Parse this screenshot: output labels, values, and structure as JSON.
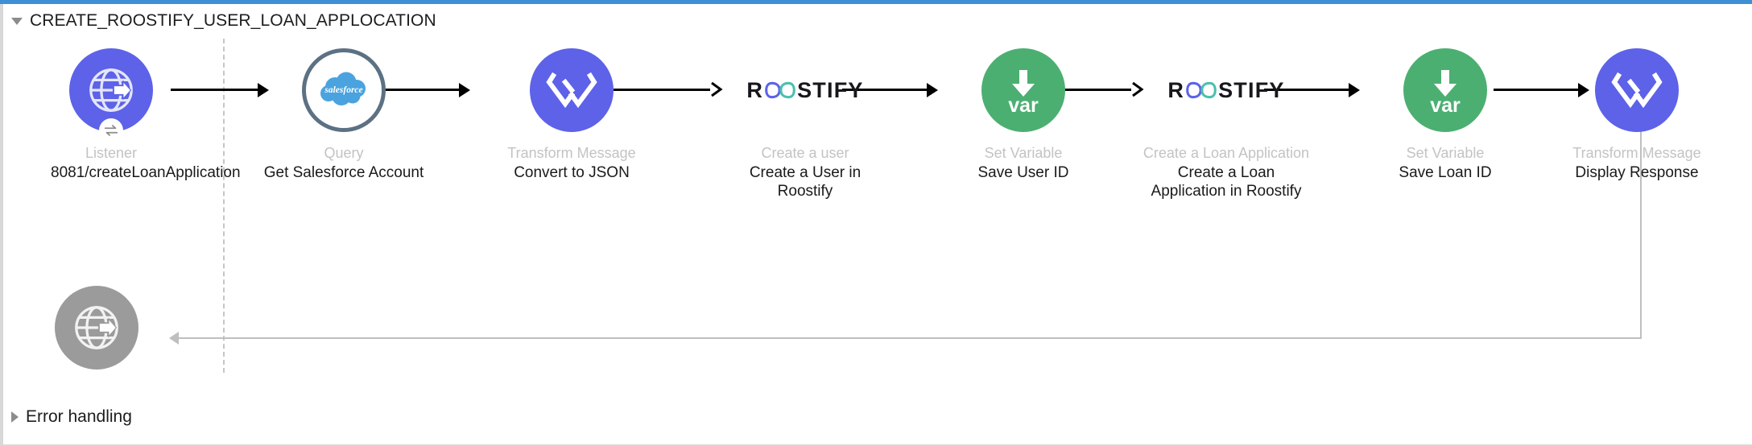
{
  "flow": {
    "title": "CREATE_ROOSTIFY_USER_LOAN_APPLOCATION",
    "expanded_icon": "triangle-down-icon",
    "footer_title": "Error handling",
    "footer_icon": "triangle-right-icon"
  },
  "colors": {
    "purple": "#5d62e8",
    "green": "#4caf72",
    "gray": "#9b9b9b",
    "ring": "#5c7183",
    "salesforce_blue": "#4aa3df",
    "roostify_left_loop": "#5d62e8",
    "roostify_right_loop": "#4bc0ad",
    "selection_border": "#3e8fd4",
    "type_label": "#c3c3c3",
    "name_label": "#1a1a1a"
  },
  "nodes": [
    {
      "id": "listener",
      "icon": "globe-arrow-icon",
      "badge": "bidirectional-arrows-icon",
      "style": "purple",
      "type_label": "Listener",
      "name_label": "8081/createLoanApplication"
    },
    {
      "id": "salesforce-query",
      "icon": "salesforce-cloud-icon",
      "style": "ring",
      "type_label": "Query",
      "name_label": "Get Salesforce Account"
    },
    {
      "id": "transform-json",
      "icon": "dataweave-icon",
      "style": "purple",
      "type_label": "Transform Message",
      "name_label": "Convert to JSON"
    },
    {
      "id": "create-user",
      "icon": "roostify-wordmark-icon",
      "style": "bare",
      "type_label": "Create a user",
      "name_label": "Create a User in Roostify"
    },
    {
      "id": "set-user-id",
      "icon": "var-down-arrow-icon",
      "style": "green",
      "type_label": "Set Variable",
      "name_label": "Save User ID"
    },
    {
      "id": "create-loan-application",
      "icon": "roostify-wordmark-icon",
      "style": "bare",
      "type_label": "Create a Loan Application",
      "name_label": "Create a Loan Application in Roostify"
    },
    {
      "id": "set-loan-id",
      "icon": "var-down-arrow-icon",
      "style": "green",
      "type_label": "Set Variable",
      "name_label": "Save Loan ID"
    },
    {
      "id": "transform-response",
      "icon": "dataweave-icon",
      "style": "purple",
      "type_label": "Transform Message",
      "name_label": "Display Response"
    }
  ],
  "response_node": {
    "id": "http-response",
    "icon": "globe-arrow-icon",
    "style": "gray"
  },
  "roostify_wordmark": {
    "prefix": "R",
    "suffix": "STIFY",
    "loops_icon": "infinity-loops-icon"
  }
}
